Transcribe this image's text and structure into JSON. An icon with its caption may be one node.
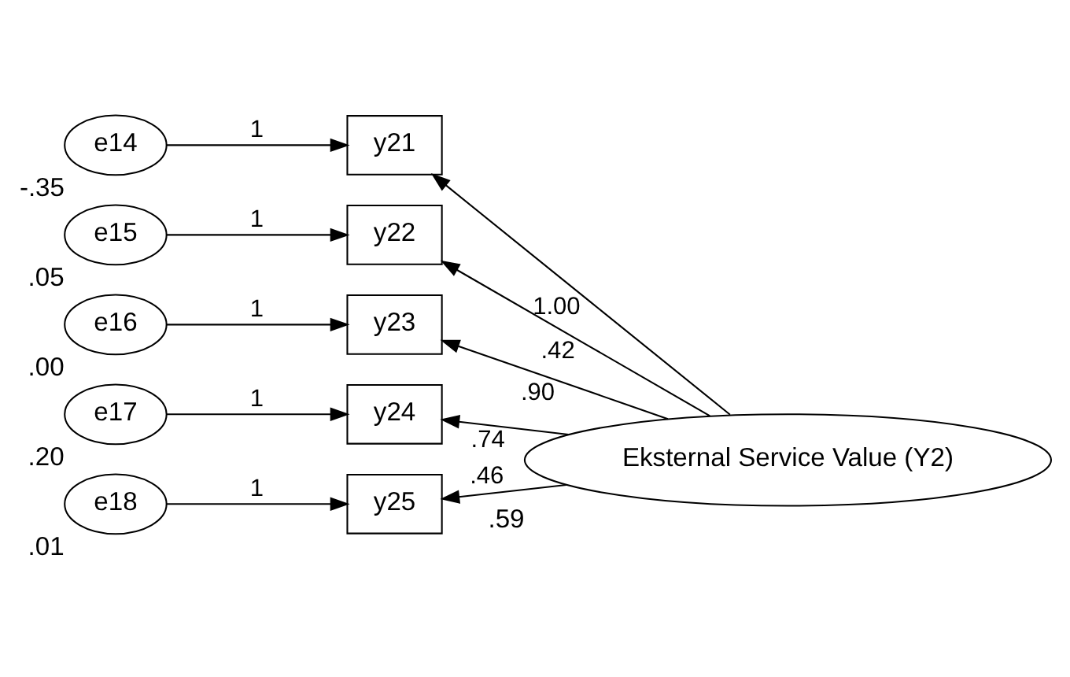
{
  "diagram": {
    "nodes": [
      {
        "text": [
          "e14"
        ],
        "beside": [
          "-.35"
        ]
      },
      {
        "text": [
          "e15"
        ],
        "beside": [
          ".05"
        ]
      },
      {
        "text": [
          "e16"
        ],
        "beside": [
          ".00"
        ]
      },
      {
        "text": [
          "e17"
        ],
        "beside": [
          ".20"
        ]
      },
      {
        "text": [
          "e18"
        ],
        "beside": [
          ".01"
        ]
      },
      {
        "text": [
          "y21"
        ]
      },
      {
        "text": [
          "y22"
        ]
      },
      {
        "text": [
          "y23"
        ]
      },
      {
        "text": [
          "y24"
        ]
      },
      {
        "text": [
          "y25"
        ]
      },
      {
        "text": [
          "Eksternal Service Value (Y2)"
        ],
        "beside": [
          ".59"
        ]
      }
    ],
    "edges": [
      {
        "from": 0,
        "to": 5,
        "arrow": "to",
        "label": "1"
      },
      {
        "from": 1,
        "to": 6,
        "arrow": "to",
        "label": "1"
      },
      {
        "from": 2,
        "to": 7,
        "arrow": "to",
        "label": "1"
      },
      {
        "from": 3,
        "to": 8,
        "arrow": "to",
        "label": "1"
      },
      {
        "from": 4,
        "to": 9,
        "arrow": "to",
        "label": "1"
      },
      {
        "from": 10,
        "to": 5,
        "arrow": "to",
        "label": "1.00"
      },
      {
        "from": 10,
        "to": 6,
        "arrow": "to",
        "label": ".42"
      },
      {
        "from": 10,
        "to": 7,
        "arrow": "to",
        "label": ".90"
      },
      {
        "from": 10,
        "to": 8,
        "arrow": "to",
        "label": ".74"
      },
      {
        "from": 10,
        "to": 9,
        "arrow": "to",
        "label": ".46"
      }
    ]
  }
}
